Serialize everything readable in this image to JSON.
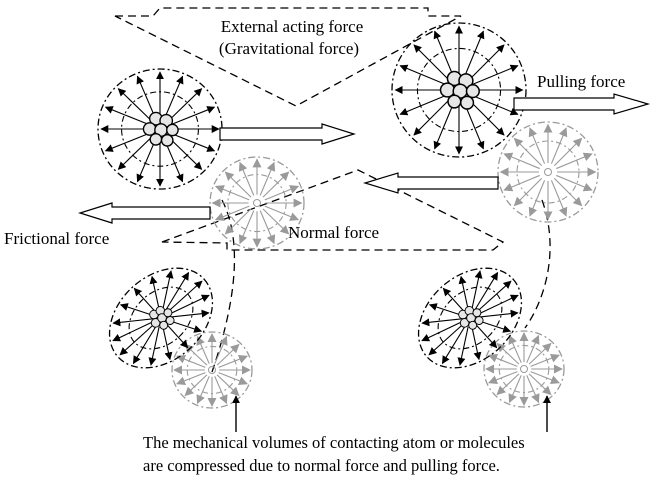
{
  "labels": {
    "external_force_line1": "External acting force",
    "external_force_line2": "(Gravitational force)",
    "pulling_force": "Pulling force",
    "frictional_force": "Frictional force",
    "normal_force": "Normal force"
  },
  "caption": {
    "line1": "The mechanical volumes of contacting atom or molecules",
    "line2": "are compressed due to normal force and pulling force."
  },
  "colors": {
    "dark": "#000000",
    "light": "#999999",
    "background": "#ffffff"
  }
}
